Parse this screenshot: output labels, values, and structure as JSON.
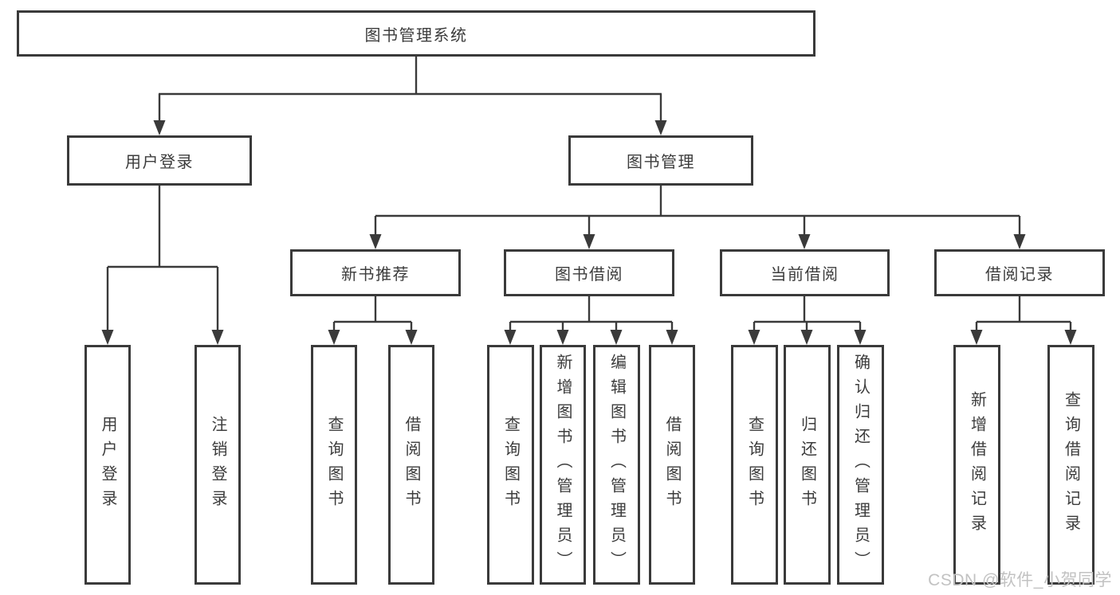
{
  "tree": {
    "root": {
      "label": "图书管理系统",
      "children": [
        {
          "label": "用户登录",
          "children": [
            {
              "label": "用户登录"
            },
            {
              "label": "注销登录"
            }
          ]
        },
        {
          "label": "图书管理",
          "children": [
            {
              "label": "新书推荐",
              "children": [
                {
                  "label": "查询图书"
                },
                {
                  "label": "借阅图书"
                }
              ]
            },
            {
              "label": "图书借阅",
              "children": [
                {
                  "label": "查询图书"
                },
                {
                  "label": "新增图书（管理员）"
                },
                {
                  "label": "编辑图书（管理员）"
                },
                {
                  "label": "借阅图书"
                }
              ]
            },
            {
              "label": "当前借阅",
              "children": [
                {
                  "label": "查询图书"
                },
                {
                  "label": "归还图书"
                },
                {
                  "label": "确认归还（管理员）"
                }
              ]
            },
            {
              "label": "借阅记录",
              "children": [
                {
                  "label": "新增借阅记录"
                },
                {
                  "label": "查询借阅记录"
                }
              ]
            }
          ]
        }
      ]
    }
  },
  "watermark": "CSDN @软件_小贺同学",
  "colors": {
    "line": "#3a3a3a",
    "box_border": "#3a3a3a",
    "text": "#3c3c3c",
    "background": "#ffffff",
    "watermark": "#c2c2c2"
  }
}
